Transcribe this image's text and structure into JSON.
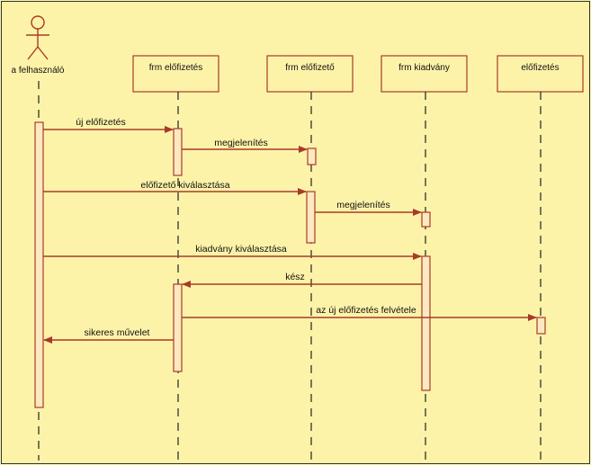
{
  "actor": {
    "label": "a felhasználó"
  },
  "lifelines": [
    {
      "id": "frm_elofizetes",
      "label": "frm előfizetés"
    },
    {
      "id": "frm_elofizeto",
      "label": "frm előfizető"
    },
    {
      "id": "frm_kiadvany",
      "label": "frm kiadvány"
    },
    {
      "id": "elofizetes",
      "label": "előfizetés"
    }
  ],
  "messages": [
    {
      "id": "m1",
      "label": "új előfizetés",
      "from": "a felhasználó",
      "to": "frm előfizetés"
    },
    {
      "id": "m2",
      "label": "megjelenítés",
      "from": "frm előfizetés",
      "to": "frm előfizető"
    },
    {
      "id": "m3",
      "label": "előfizető kiválasztása",
      "from": "a felhasználó",
      "to": "frm előfizető"
    },
    {
      "id": "m4",
      "label": "megjelenítés",
      "from": "frm előfizető",
      "to": "frm kiadvány"
    },
    {
      "id": "m5",
      "label": "kiadvány kiválasztása",
      "from": "a felhasználó",
      "to": "frm kiadvány"
    },
    {
      "id": "m6",
      "label": "kész",
      "from": "frm kiadvány",
      "to": "frm előfizetés"
    },
    {
      "id": "m7",
      "label": "az új előfizetés felvétele",
      "from": "frm előfizetés",
      "to": "előfizetés"
    },
    {
      "id": "m8",
      "label": "sikeres művelet",
      "from": "frm előfizetés",
      "to": "a felhasználó"
    }
  ],
  "colors": {
    "background": "#fdf3a8",
    "box_border": "#a83a2a",
    "arrow": "#a83a2a",
    "activation_fill": "#fde9c0",
    "lifeline": "#222222"
  }
}
